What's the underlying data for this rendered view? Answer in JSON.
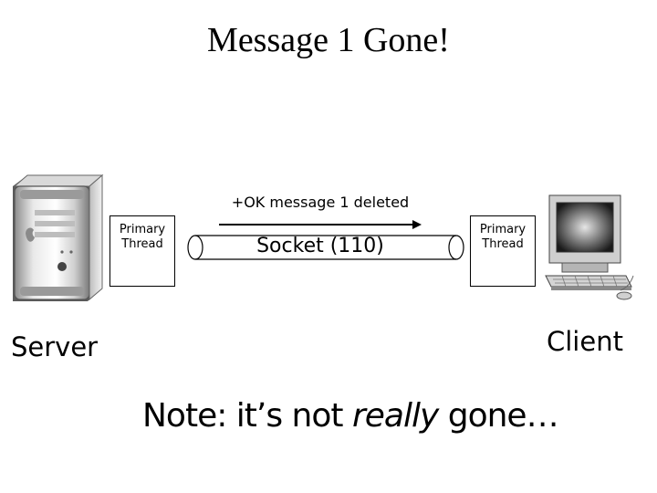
{
  "title": "Message 1 Gone!",
  "server": {
    "label": "Server",
    "icon": "desktop-tower-computer-icon"
  },
  "client": {
    "label": "Client",
    "icon": "crt-computer-monitor-icon"
  },
  "server_thread": {
    "line1": "Primary",
    "line2": "Thread"
  },
  "client_thread": {
    "line1": "Primary",
    "line2": "Thread"
  },
  "socket": {
    "label": "Socket (110)"
  },
  "message": {
    "text": "+OK message 1 deleted",
    "direction": "server-to-client"
  },
  "note": {
    "before": "Note: it’s not ",
    "emphasis": "really",
    "after": " gone…"
  }
}
